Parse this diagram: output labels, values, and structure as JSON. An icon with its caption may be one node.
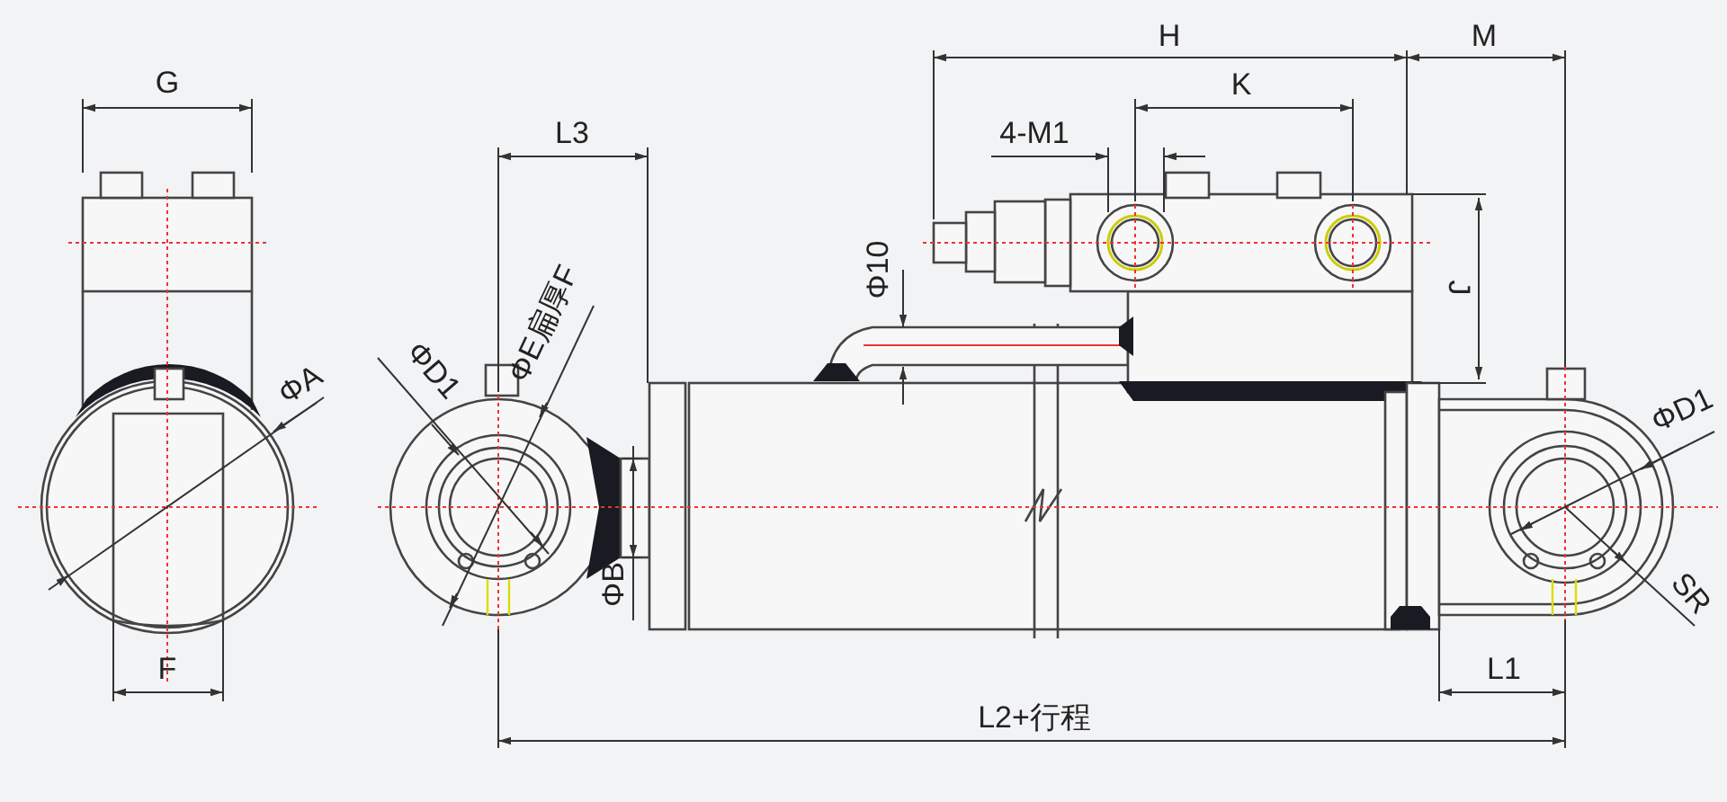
{
  "diagram": {
    "labels": [
      "H",
      "M",
      "G",
      "K",
      "L3",
      "4-M1",
      "Φ10",
      "ΦE扁厚F",
      "ΦD1",
      "ΦA",
      "J",
      "ΦD1",
      "ΦB",
      "SR",
      "F",
      "L1",
      "L2+行程"
    ]
  }
}
